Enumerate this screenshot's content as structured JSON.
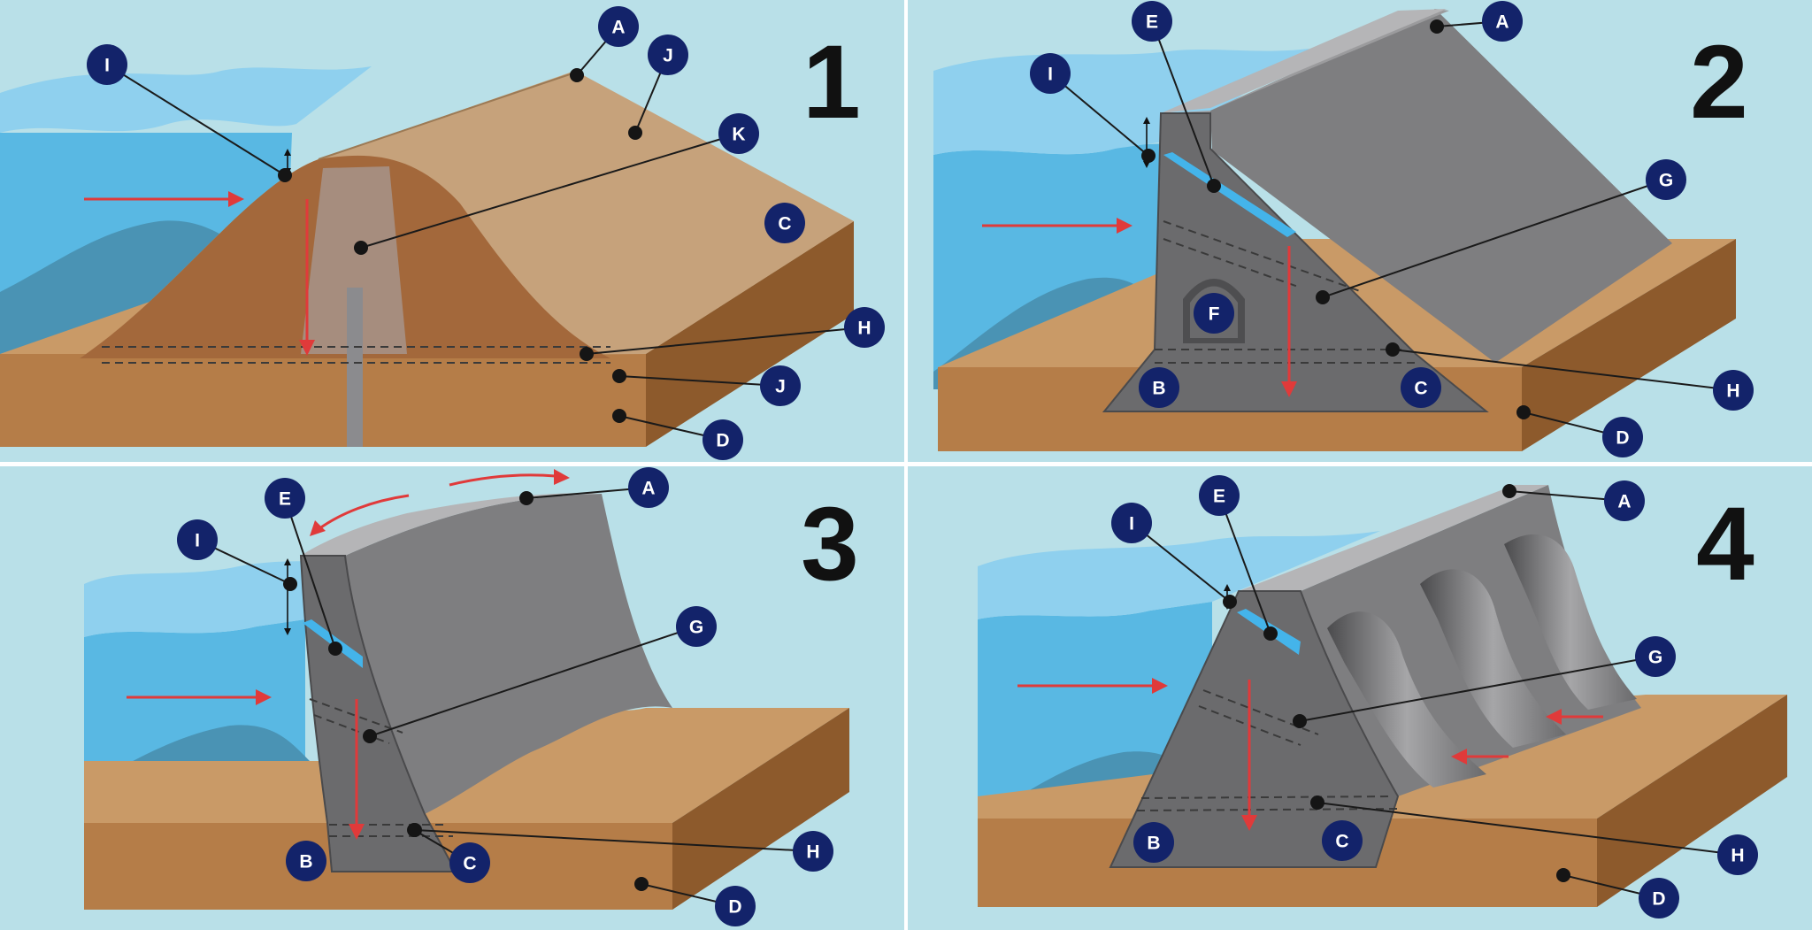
{
  "colors": {
    "panel_bg": "#b9e0e8",
    "water": "#59b8e3",
    "water_dark": "#4a9fc8",
    "hills": "#4a93b4",
    "ground_top": "#c99a67",
    "ground_front": "#b57d48",
    "ground_side": "#8d5a2c",
    "earth_core": "#a3683b",
    "earth_light": "#c6a27b",
    "core": "#a68d7e",
    "concrete": "#7e7e80",
    "concrete_dark": "#616163",
    "concrete_light": "#9b9b9d",
    "crest": "#b5b5b7",
    "badge": "#13236a",
    "flow_arrow": "#e03a3a",
    "drain": "#44b4ea"
  },
  "panels": [
    {
      "number": "1",
      "labels": [
        {
          "id": "I",
          "text": "I"
        },
        {
          "id": "A",
          "text": "A"
        },
        {
          "id": "J_top",
          "text": "J"
        },
        {
          "id": "K",
          "text": "K"
        },
        {
          "id": "C",
          "text": "C"
        },
        {
          "id": "H",
          "text": "H"
        },
        {
          "id": "J_bottom",
          "text": "J"
        },
        {
          "id": "D",
          "text": "D"
        }
      ]
    },
    {
      "number": "2",
      "labels": [
        {
          "id": "E",
          "text": "E"
        },
        {
          "id": "A",
          "text": "A"
        },
        {
          "id": "I",
          "text": "I"
        },
        {
          "id": "G",
          "text": "G"
        },
        {
          "id": "F",
          "text": "F"
        },
        {
          "id": "B",
          "text": "B"
        },
        {
          "id": "C",
          "text": "C"
        },
        {
          "id": "H",
          "text": "H"
        },
        {
          "id": "D",
          "text": "D"
        }
      ]
    },
    {
      "number": "3",
      "labels": [
        {
          "id": "E",
          "text": "E"
        },
        {
          "id": "A",
          "text": "A"
        },
        {
          "id": "I",
          "text": "I"
        },
        {
          "id": "G",
          "text": "G"
        },
        {
          "id": "B",
          "text": "B"
        },
        {
          "id": "C",
          "text": "C"
        },
        {
          "id": "H",
          "text": "H"
        },
        {
          "id": "D",
          "text": "D"
        }
      ]
    },
    {
      "number": "4",
      "labels": [
        {
          "id": "E",
          "text": "E"
        },
        {
          "id": "A",
          "text": "A"
        },
        {
          "id": "I",
          "text": "I"
        },
        {
          "id": "G",
          "text": "G"
        },
        {
          "id": "B",
          "text": "B"
        },
        {
          "id": "C",
          "text": "C"
        },
        {
          "id": "H",
          "text": "H"
        },
        {
          "id": "D",
          "text": "D"
        }
      ]
    }
  ]
}
